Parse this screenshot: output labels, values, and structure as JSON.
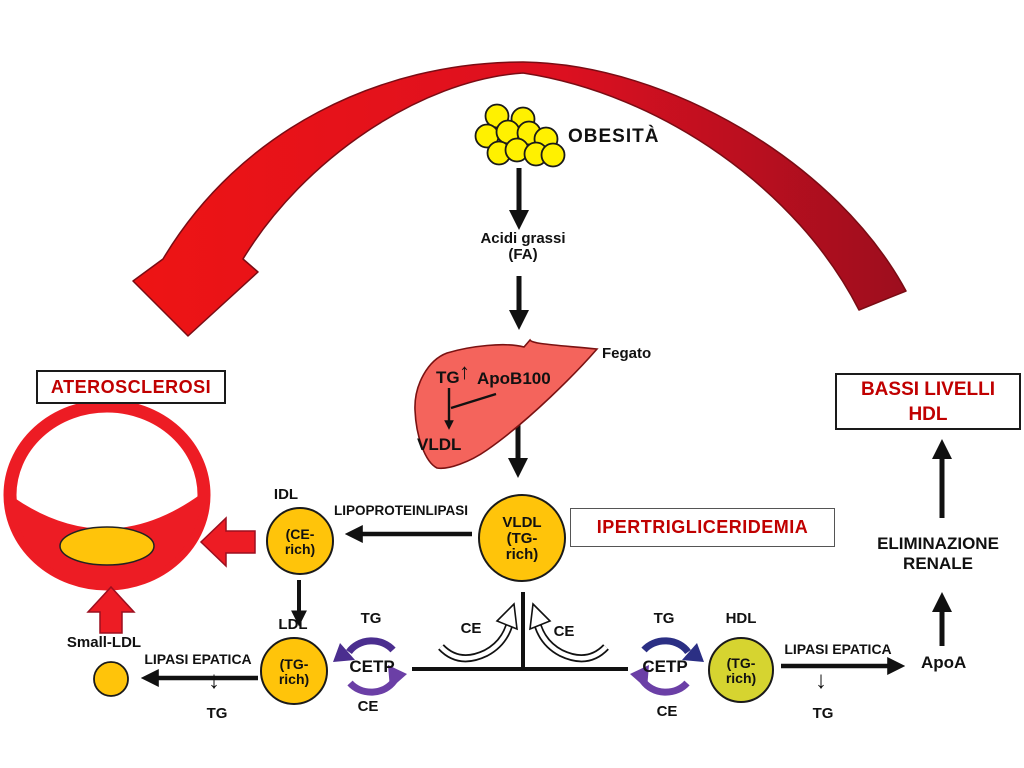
{
  "colors": {
    "red": "#ED1C24",
    "dark_red": "#9C0E1E",
    "text_red": "#C00000",
    "gold": "#FFC40A",
    "bright_yellow": "#FFF100",
    "olive": "#D6D430",
    "liver_salmon": "#F4645C",
    "purple": "#6B3FA6",
    "dark_purple": "#4B2E8F",
    "navy": "#2B2F84"
  },
  "nodes": {
    "obesity": "OBESITÀ",
    "fatty_acids_1": "Acidi grassi",
    "fatty_acids_2": "(FA)",
    "liver_name": "Fegato",
    "liver_tg": "TG",
    "liver_up": "↑",
    "liver_apob": "ApoB100",
    "liver_vldl": "VLDL",
    "atherosclerosis": "ATEROSCLEROSI",
    "hypertriglyceridemia": "IPERTRIGLICERIDEMIA",
    "low_hdl_1": "BASSI LIVELLI",
    "low_hdl_2": "HDL",
    "renal_1": "ELIMINAZIONE",
    "renal_2": "RENALE",
    "apoa": "ApoA",
    "small_ldl": "Small-LDL"
  },
  "circles": {
    "vldl": {
      "title": "VLDL",
      "l1": "(TG-",
      "l2": "rich)"
    },
    "idl": {
      "title": "IDL",
      "l1": "(CE-",
      "l2": "rich)"
    },
    "ldl": {
      "title": "LDL",
      "l1": "(TG-",
      "l2": "rich)"
    },
    "hdl": {
      "title": "HDL",
      "l1": "(TG-",
      "l2": "rich)"
    }
  },
  "enzymes": {
    "lpl": "LIPOPROTEINLIPASI",
    "lipasi_left": "LIPASI EPATICA",
    "lipasi_left_down": "↓",
    "lipasi_left_tg": "TG",
    "lipasi_right": "LIPASI EPATICA",
    "lipasi_right_down": "↓",
    "lipasi_right_tg": "TG"
  },
  "cetp_left": {
    "tg": "TG",
    "name": "CETP",
    "ce": "CE"
  },
  "cetp_right": {
    "tg": "TG",
    "name": "CETP",
    "ce": "CE"
  },
  "ce_transfer": {
    "left": "CE",
    "right": "CE"
  }
}
